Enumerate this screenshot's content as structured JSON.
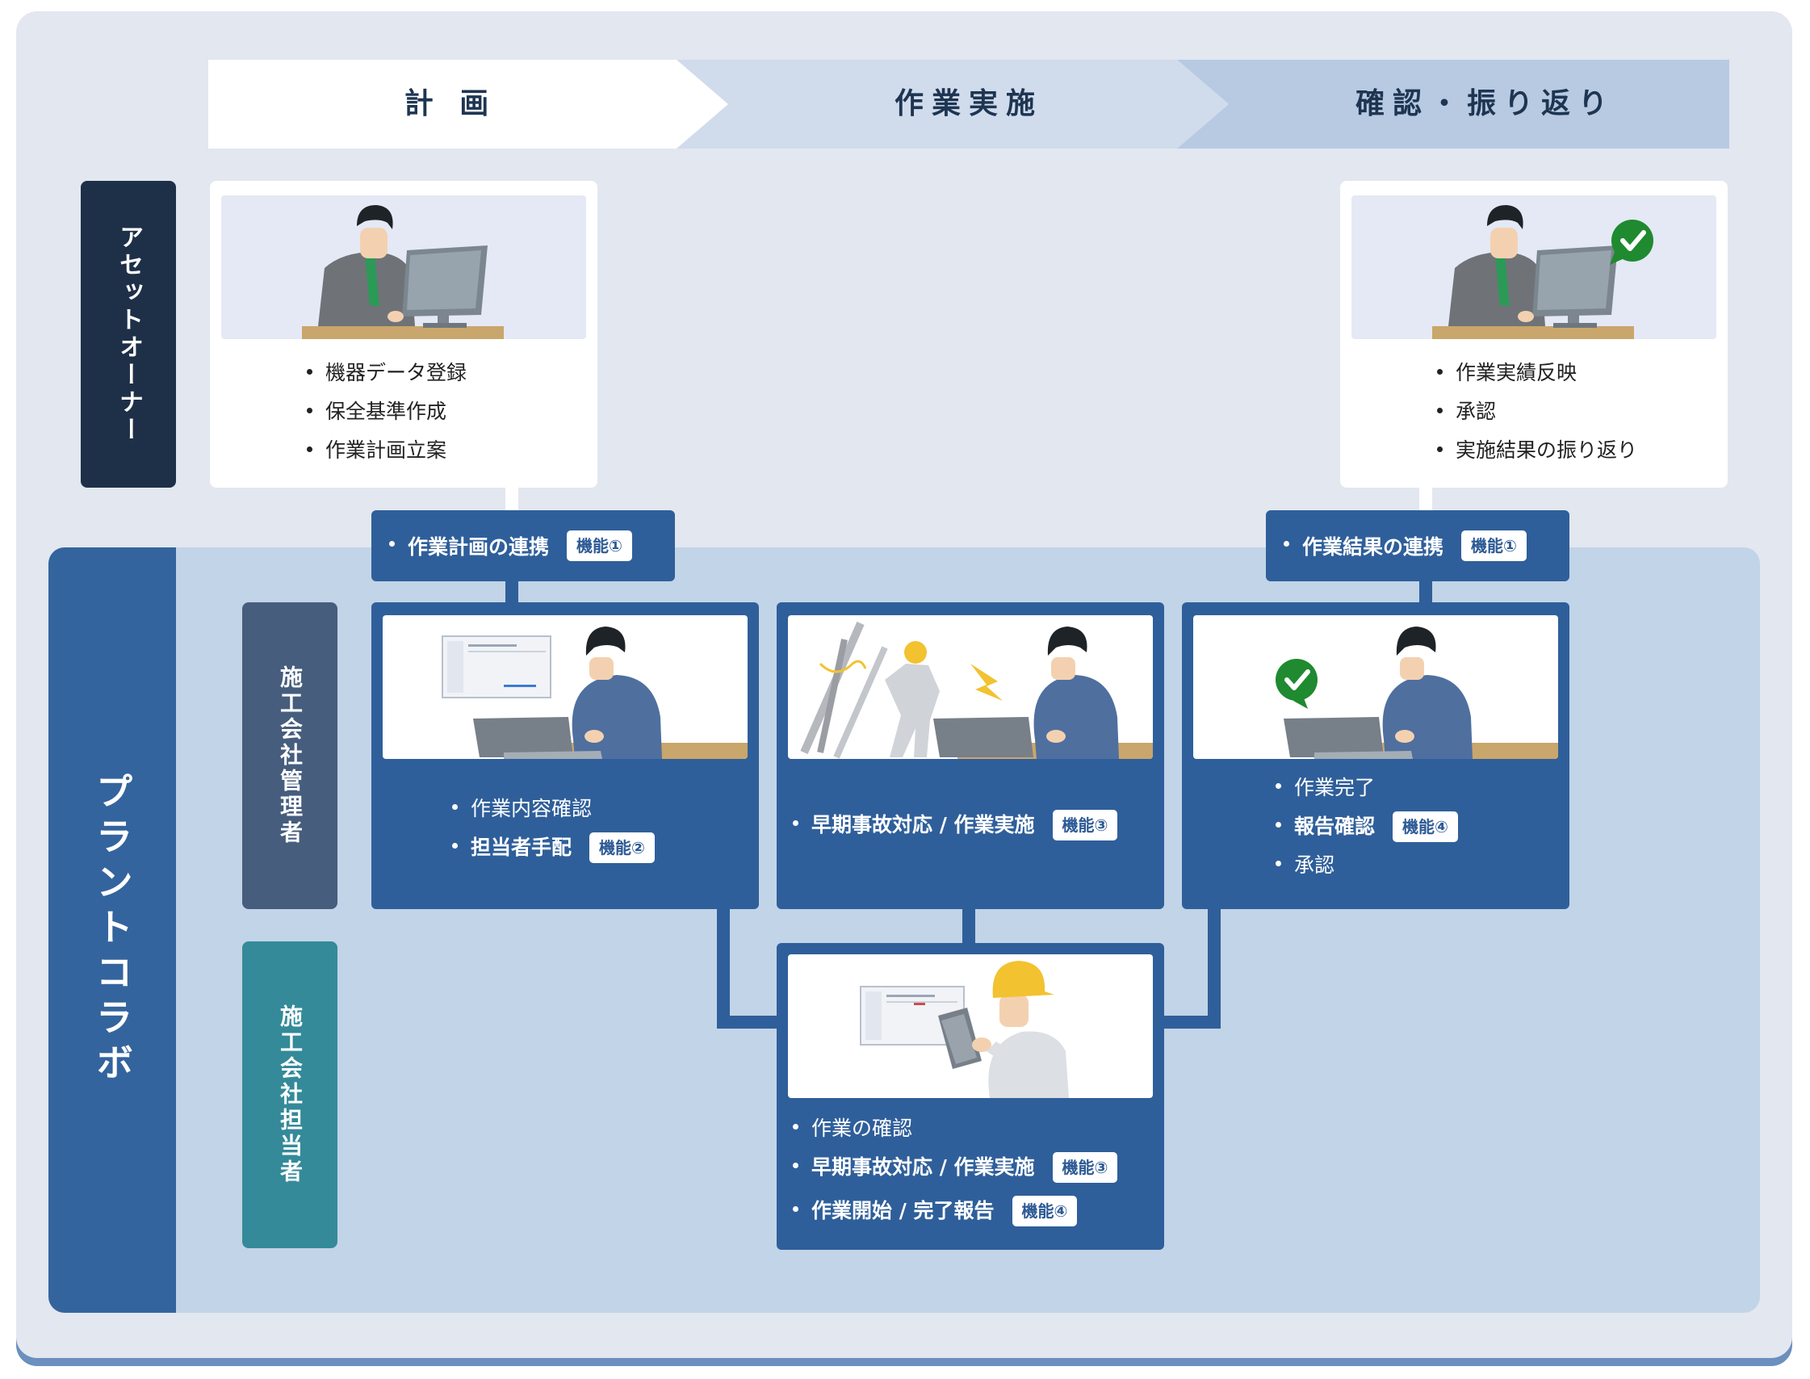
{
  "phases": [
    "計 画",
    "作業実施",
    "確認・振り返り"
  ],
  "roles": {
    "asset_owner": "アセットオーナー",
    "plant_collabo": "プラントコラボ",
    "contractor_manager": "施工会社管理者",
    "contractor_staff": "施工会社担当者"
  },
  "asset_owner_plan": {
    "items": [
      "機器データ登録",
      "保全基準作成",
      "作業計画立案"
    ]
  },
  "asset_owner_review": {
    "items": [
      "作業実績反映",
      "承認",
      "実施結果の振り返り"
    ]
  },
  "connectors": {
    "plan": {
      "label": "作業計画の連携",
      "badge": "機能①"
    },
    "result": {
      "label": "作業結果の連携",
      "badge": "機能①"
    }
  },
  "manager_plan": {
    "item1": "作業内容確認",
    "item2": "担当者手配",
    "badge2": "機能②"
  },
  "manager_exec": {
    "item1": "早期事故対応 / 作業実施",
    "badge1": "機能③"
  },
  "manager_review": {
    "item1": "作業完了",
    "item2": "報告確認",
    "badge2": "機能④",
    "item3": "承認"
  },
  "staff_exec": {
    "item1": "作業の確認",
    "item2": "早期事故対応 / 作業実施",
    "badge2": "機能③",
    "item3": "作業開始 / 完了報告",
    "badge3": "機能④"
  },
  "colors": {
    "navy": "#1e3048",
    "plant_blue": "#34649d",
    "box_blue": "#2f5f9a",
    "manager_slate": "#465d7d",
    "staff_teal": "#348a99",
    "check_green": "#1f8a2f"
  }
}
